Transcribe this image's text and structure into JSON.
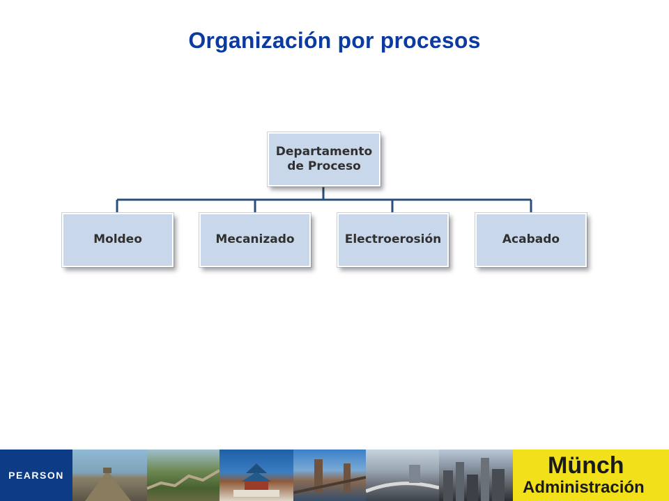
{
  "title": "Organización por procesos",
  "org_chart": {
    "root": "Departamento\nde Proceso",
    "children": [
      "Moldeo",
      "Mecanizado",
      "Electroerosión",
      "Acabado"
    ]
  },
  "footer": {
    "publisher": "PEARSON",
    "author": "Münch",
    "book": "Administración",
    "photos": [
      "pyramid-photo",
      "great-wall-photo",
      "temple-of-heaven-photo",
      "bridge-photo",
      "highway-city-photo",
      "skyline-photo"
    ]
  },
  "colors": {
    "title": "#0b3aa0",
    "box_fill": "#c8d8ea",
    "connector": "#2a4f7a",
    "publisher_bg": "#0d3b85",
    "brand_bg": "#f2e11a"
  }
}
